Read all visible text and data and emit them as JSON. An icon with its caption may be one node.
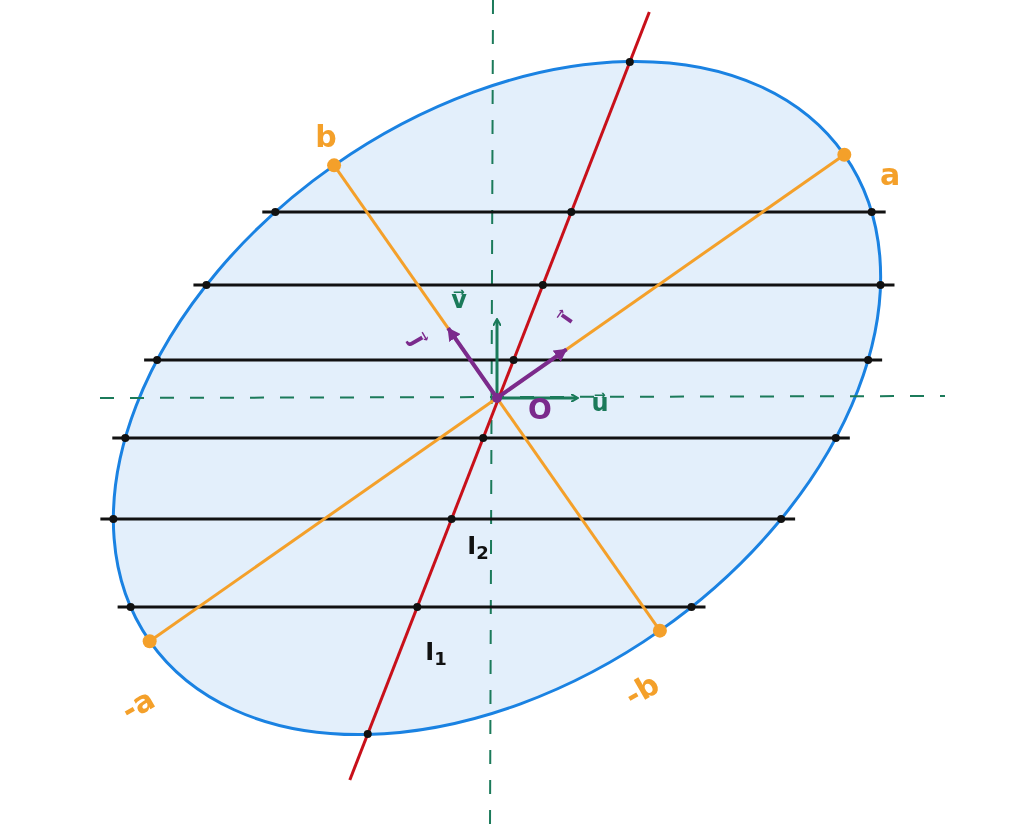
{
  "diagram": {
    "labels": [
      "b",
      "a",
      "-a",
      "-b",
      "v⃗",
      "j⃗",
      "i⃗",
      "u⃗",
      "O",
      "I$_{2}$",
      "I$_{1}$"
    ]
  }
}
